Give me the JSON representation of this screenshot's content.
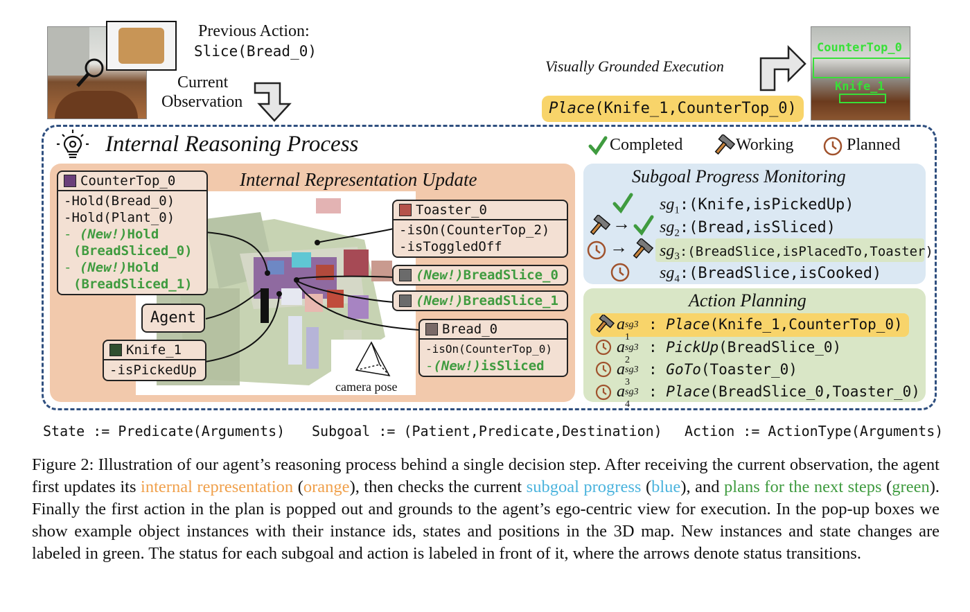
{
  "top": {
    "previous_action_label": "Previous Action:",
    "previous_action_value": "Slice(Bread_0)",
    "current_observation_line1": "Current",
    "current_observation_line2": "Observation",
    "visually_grounded_label": "Visually Grounded Execution",
    "execute_action_verb": "Place",
    "execute_action_args": "(Knife_1,CounterTop_0)",
    "detect_label_1": "CounterTop_0",
    "detect_label_2": "Knife_1"
  },
  "panel": {
    "title": "Internal Reasoning Process",
    "legend": [
      {
        "icon": "check-icon",
        "label": "Completed"
      },
      {
        "icon": "hammer-icon",
        "label": "Working"
      },
      {
        "icon": "clock-icon",
        "label": "Planned"
      }
    ]
  },
  "representation": {
    "title": "Internal Representation Update",
    "camera_label": "camera pose",
    "agent_label": "Agent",
    "countertop": {
      "name": "CounterTop_0",
      "color": "#6a3f7a",
      "lines": [
        "-Hold(Bread_0)",
        "-Hold(Plant_0)"
      ],
      "new_prefix_1": "- ",
      "new_tag_1": "(New!)",
      "new_text_1a": "Hold",
      "new_text_1b": "(BreadSliced_0)",
      "new_prefix_2": "- ",
      "new_tag_2": "(New!)",
      "new_text_2a": "Hold",
      "new_text_2b": "(BreadSliced_1)"
    },
    "toaster": {
      "name": "Toaster_0",
      "color": "#b5524a",
      "lines": [
        "-isOn(CounterTop_2)",
        "-isToggledOff"
      ]
    },
    "breadslice0": {
      "tag": "(New!)",
      "name": "BreadSlice_0",
      "color": "#6b6b6b"
    },
    "breadslice1": {
      "tag": "(New!)",
      "name": "BreadSlice_1",
      "color": "#6b6b6b"
    },
    "bread": {
      "name": "Bread_0",
      "color": "#7a6a68",
      "line1": "-isOn(CounterTop_0)",
      "line2_prefix": "-",
      "line2_tag": "(New!)",
      "line2_text": "isSliced"
    },
    "knife": {
      "name": "Knife_1",
      "color": "#2f4f2f",
      "line": "-isPickedUp"
    }
  },
  "subgoals": {
    "title": "Subgoal Progress Monitoring",
    "items": [
      {
        "sym": "sg",
        "sub": "1",
        "text": ":(Knife,isPickedUp)"
      },
      {
        "sym": "sg",
        "sub": "2",
        "text": ":(Bread,isSliced)"
      },
      {
        "sym": "sg",
        "sub": "3",
        "text": ":(BreadSlice,isPlacedTo,Toaster)"
      },
      {
        "sym": "sg",
        "sub": "4",
        "text": ":(BreadSlice,isCooked)"
      }
    ]
  },
  "actions": {
    "title": "Action Planning",
    "items": [
      {
        "sym": "a",
        "sub": "1",
        "sup": "sg3",
        "verb": "Place",
        "args": "(Knife_1,CounterTop_0)"
      },
      {
        "sym": "a",
        "sub": "2",
        "sup": "sg3",
        "verb": "PickUp",
        "args": "(BreadSlice_0)"
      },
      {
        "sym": "a",
        "sub": "3",
        "sup": "sg3",
        "verb": "GoTo",
        "args": "(Toaster_0)"
      },
      {
        "sym": "a",
        "sub": "4",
        "sup": "sg3",
        "verb": "Place",
        "args": "(BreadSlice_0,Toaster_0)"
      }
    ]
  },
  "definitions": {
    "state": "State := Predicate(Arguments)",
    "subgoal": "Subgoal := (Patient,Predicate,Destination)",
    "action": "Action := ActionType(Arguments)"
  },
  "caption": {
    "p1": "Figure 2: Illustration of our agent’s reasoning process behind a single decision step. After receiving the current observation, the agent first updates its ",
    "orange_term": "internal representation",
    "p2": " (",
    "orange_word": "orange",
    "p3": "), then checks the current ",
    "blue_term": "subgoal progress",
    "p4": " (",
    "blue_word": "blue",
    "p5": "), and ",
    "green_term": "plans for the next steps",
    "p6": " (",
    "green_word": "green",
    "p7": "). Finally the first action in the plan is popped out and grounds to the agent’s ego-centric view for execution. In the pop-up boxes we show example object instances with their instance ids, states and positions in the 3D map. New instances and state changes are labeled in green. The status for each subgoal and action is labeled in front of it, where the arrows denote status transitions."
  },
  "colors": {
    "orange_panel": "#f2c9ac",
    "blue_panel": "#dbe8f3",
    "green_panel": "#d9e6c6",
    "highlight_yellow": "#f8d46a",
    "orange_text": "#f0a04b",
    "blue_text": "#4ab3dd",
    "green_text": "#3f9b3f",
    "dashed_border": "#2f4f7f"
  }
}
